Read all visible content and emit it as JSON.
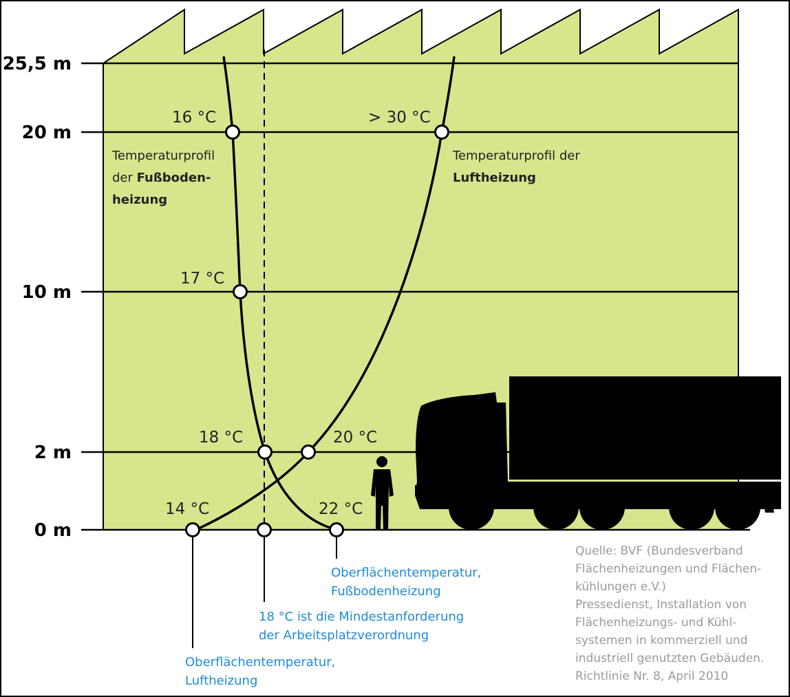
{
  "y_labels": [
    "25,5 m",
    "20 m",
    "10 m",
    "2 m",
    "0 m"
  ],
  "floor_heating": {
    "title_line1": "Temperaturprofil",
    "title_line2_pre": "der ",
    "title_line2_bold": "Fußboden-",
    "title_line3_bold": "heizung",
    "points": [
      {
        "height": "20 m",
        "temp": "16 °C"
      },
      {
        "height": "10 m",
        "temp": "17 °C"
      },
      {
        "height": "2 m",
        "temp": "18 °C"
      },
      {
        "height": "0 m",
        "temp": "22 °C"
      }
    ]
  },
  "air_heating": {
    "title_line1": "Temperaturprofil der",
    "title_line2_bold": "Luftheizung",
    "points": [
      {
        "height": "20 m",
        "temp": "> 30 °C"
      },
      {
        "height": "2 m",
        "temp": "20 °C"
      },
      {
        "height": "0 m",
        "temp": "14 °C"
      }
    ]
  },
  "annotations": {
    "surface_floor": [
      "Oberflächentemperatur,",
      "Fußbodenheizung"
    ],
    "minimum": [
      "18 °C ist die Mindestanforderung",
      "der Arbeitsplatzverordnung"
    ],
    "surface_air": [
      "Oberflächentemperatur,",
      "Luftheizung"
    ]
  },
  "source": [
    "Quelle: BVF (Bundesverband",
    "Flächenheizungen und Flächen-",
    "kühlungen e.V.)",
    "Pressedienst, Installation von",
    "Flächenheizungs- und Kühl-",
    "systemen in kommerziell und",
    "industriell genutzten Gebäuden.",
    "Richtlinie Nr. 8, April 2010"
  ],
  "colors": {
    "wall_blue": "#9cc4e4",
    "wall_green": "#d7e58d",
    "annotation_blue": "#1f8bd6",
    "source_gray": "#9a9a9a"
  }
}
